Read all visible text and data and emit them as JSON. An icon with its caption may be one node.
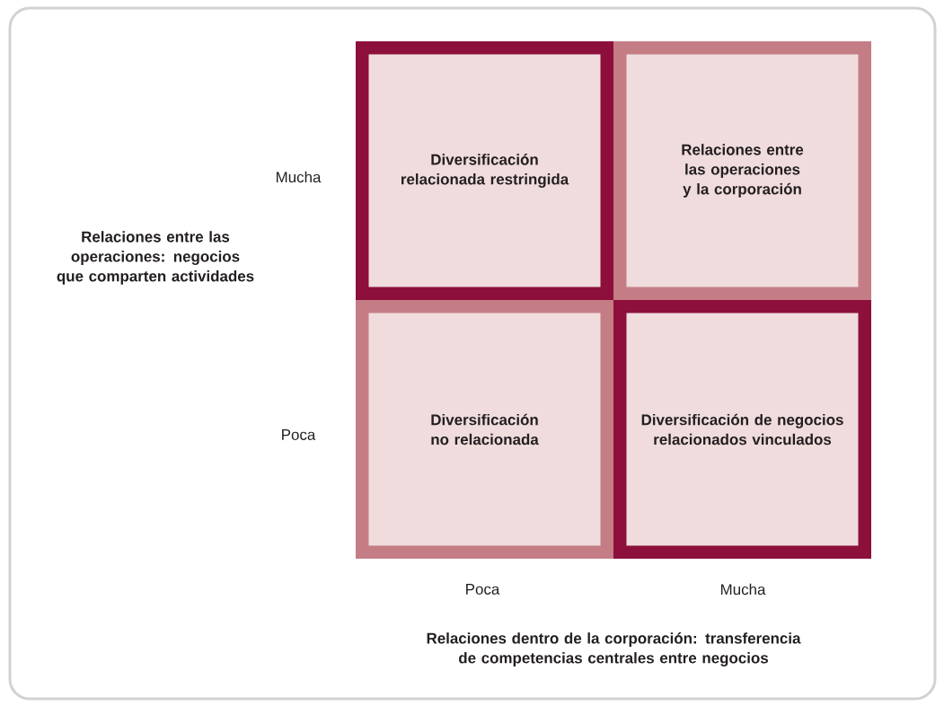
{
  "diagram": {
    "nodes": [
      {
        "text": [
          "Diversificación relacionada restringida"
        ]
      },
      {
        "text": [
          "Relaciones entre las operaciones y la corporación"
        ]
      },
      {
        "text": [
          "Diversificación no relacionada"
        ]
      },
      {
        "text": [
          "Diversificación de negocios relacionados vinculados"
        ]
      }
    ],
    "labels": [
      "Mucha",
      "Relaciones entre las operaciones: negocios que comparten actividades",
      "Poca",
      "Poca",
      "Mucha",
      "Relaciones dentro de la corporación: transferencia de competencias centrales entre negocios"
    ]
  }
}
